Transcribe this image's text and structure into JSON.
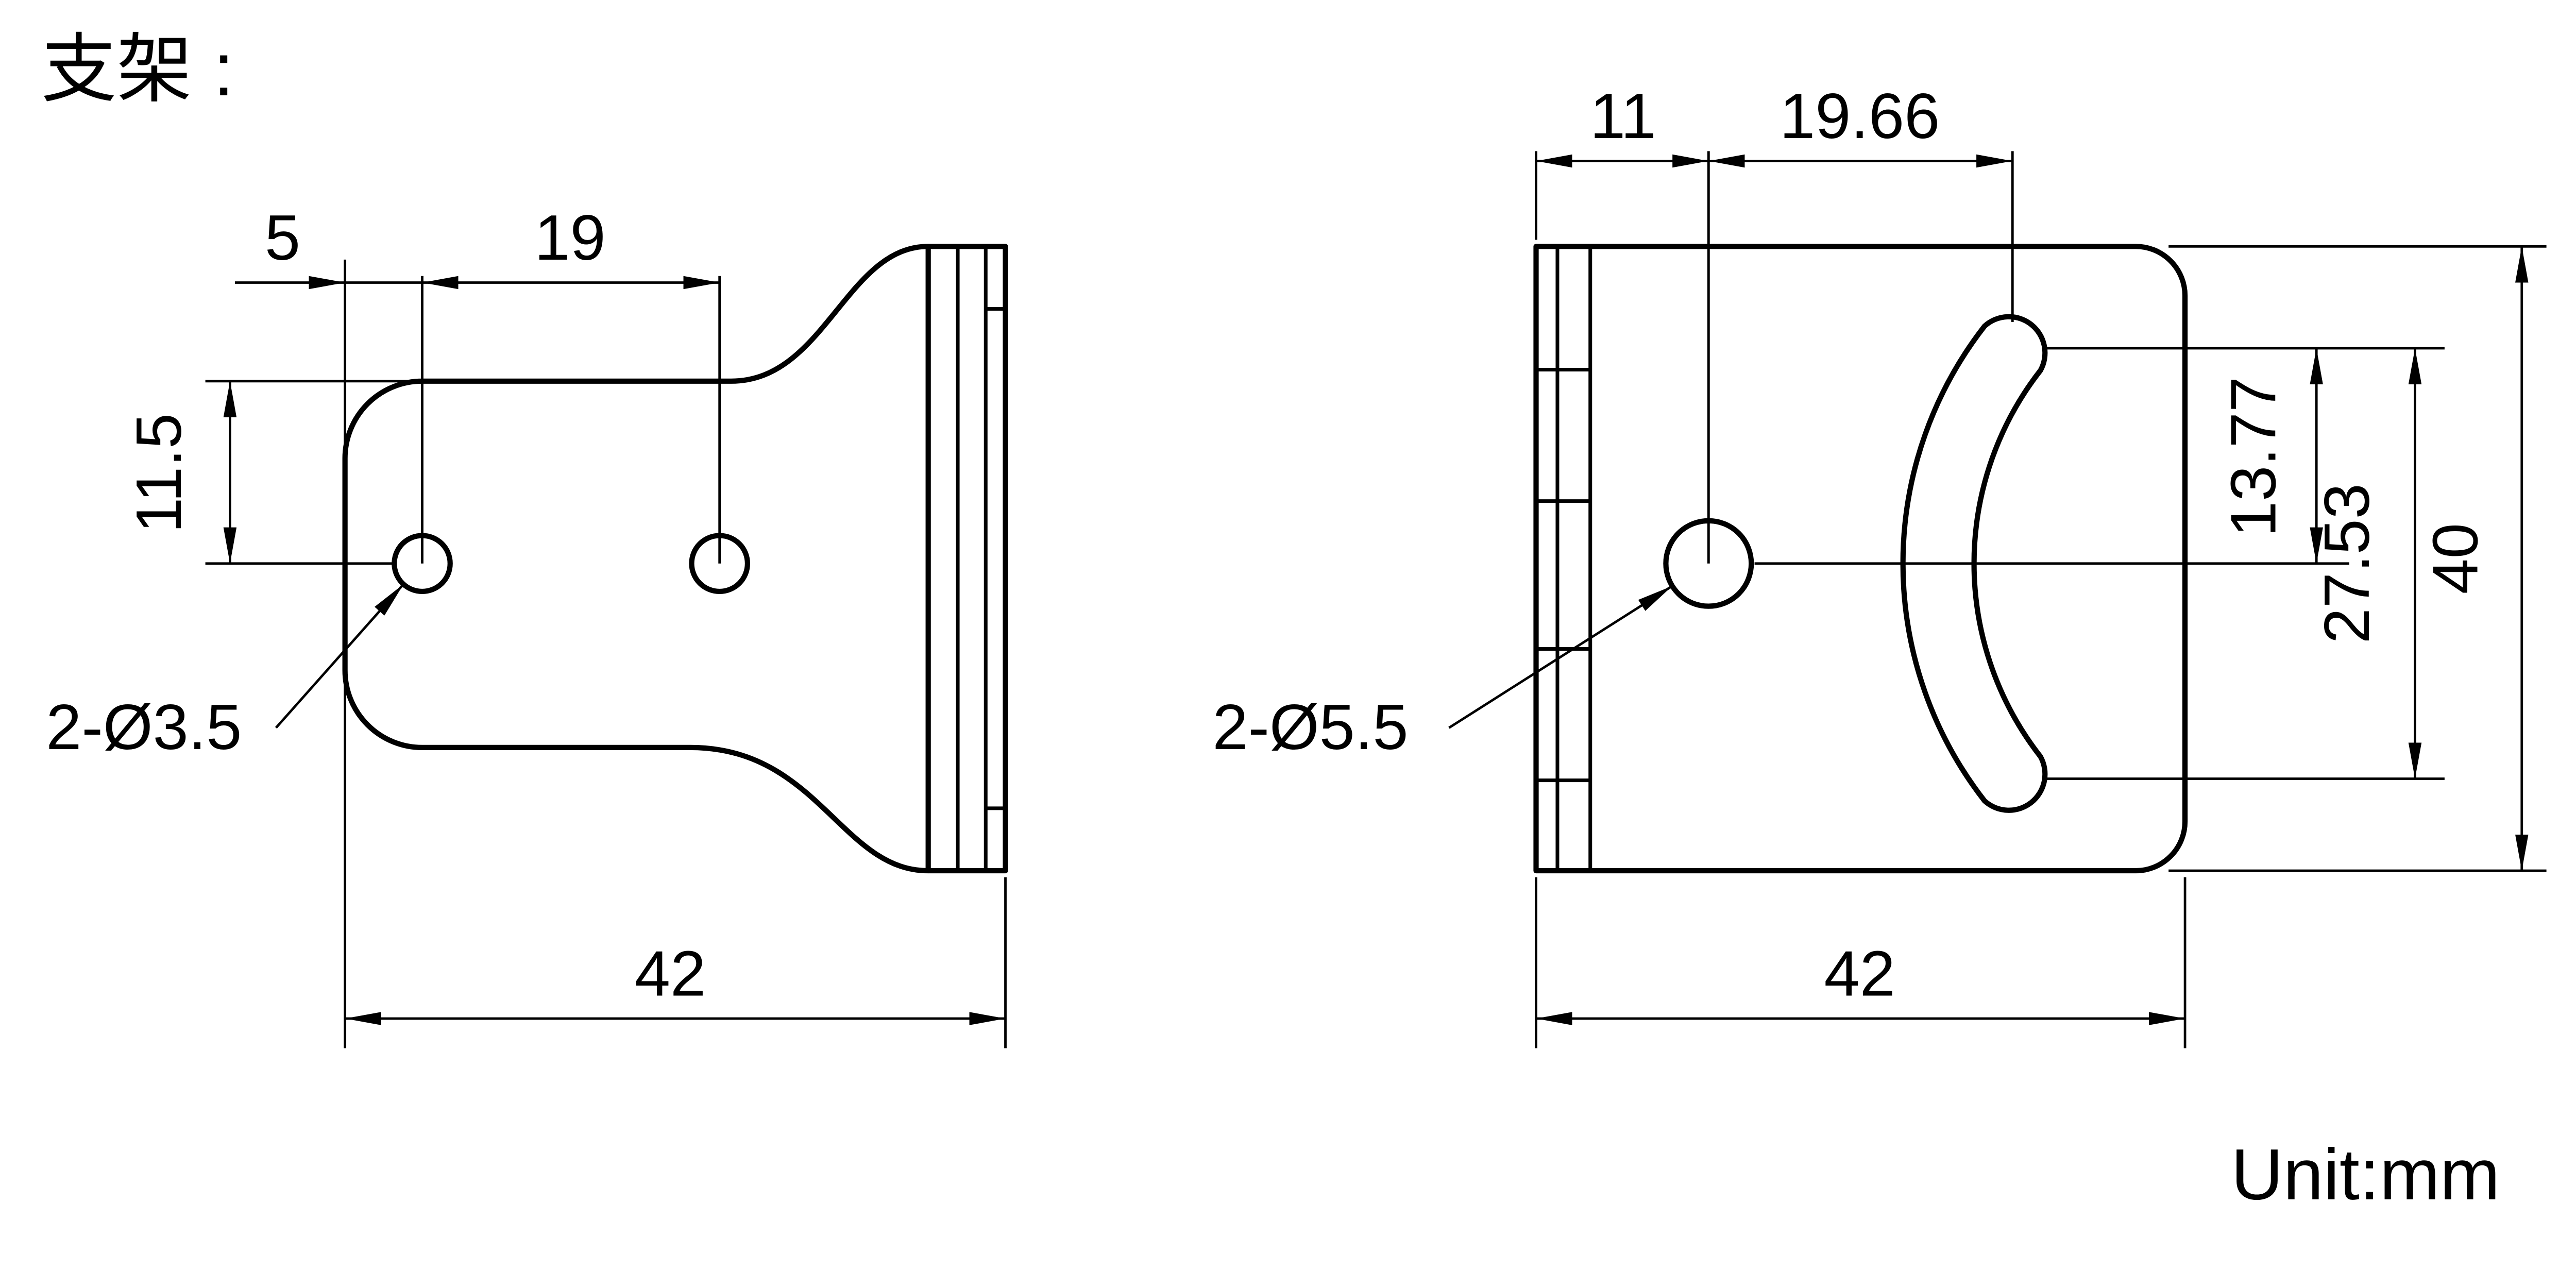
{
  "title": "支架 :",
  "unit_label": "Unit:mm",
  "colors": {
    "line": "#000000",
    "background": "#ffffff"
  },
  "left_view": {
    "dims": {
      "edge_to_hole": "5",
      "hole_spacing": "19",
      "top_to_hole": "11.5",
      "overall_width": "42",
      "hole_callout": "2-Ø3.5"
    }
  },
  "right_view": {
    "dims": {
      "edge_to_hole": "11",
      "hole_to_slot": "19.66",
      "slot_to_center": "13.77",
      "slot_span": "27.53",
      "overall_height": "40",
      "overall_width": "42",
      "hole_callout": "2-Ø5.5"
    }
  }
}
